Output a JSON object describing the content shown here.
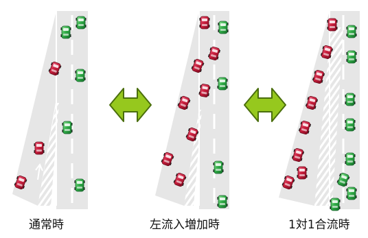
{
  "panels": [
    {
      "caption": "通常時",
      "scenario": "normal"
    },
    {
      "caption": "左流入増加時",
      "scenario": "left-inflow-increase"
    },
    {
      "caption": "1対1合流時",
      "scenario": "one-to-one-merge"
    }
  ],
  "colors": {
    "road": "#e6e6e6",
    "lane_marking": "#ffffff",
    "arrow_fill": "#96c81e",
    "arrow_stroke": "#4a6e0c",
    "car_left": "#c81e3c",
    "car_right": "#2faa46"
  },
  "icons": {
    "arrow_symbol": "double-headed-arrow-icon",
    "car_left": "red-car-icon",
    "car_right": "green-car-icon"
  }
}
